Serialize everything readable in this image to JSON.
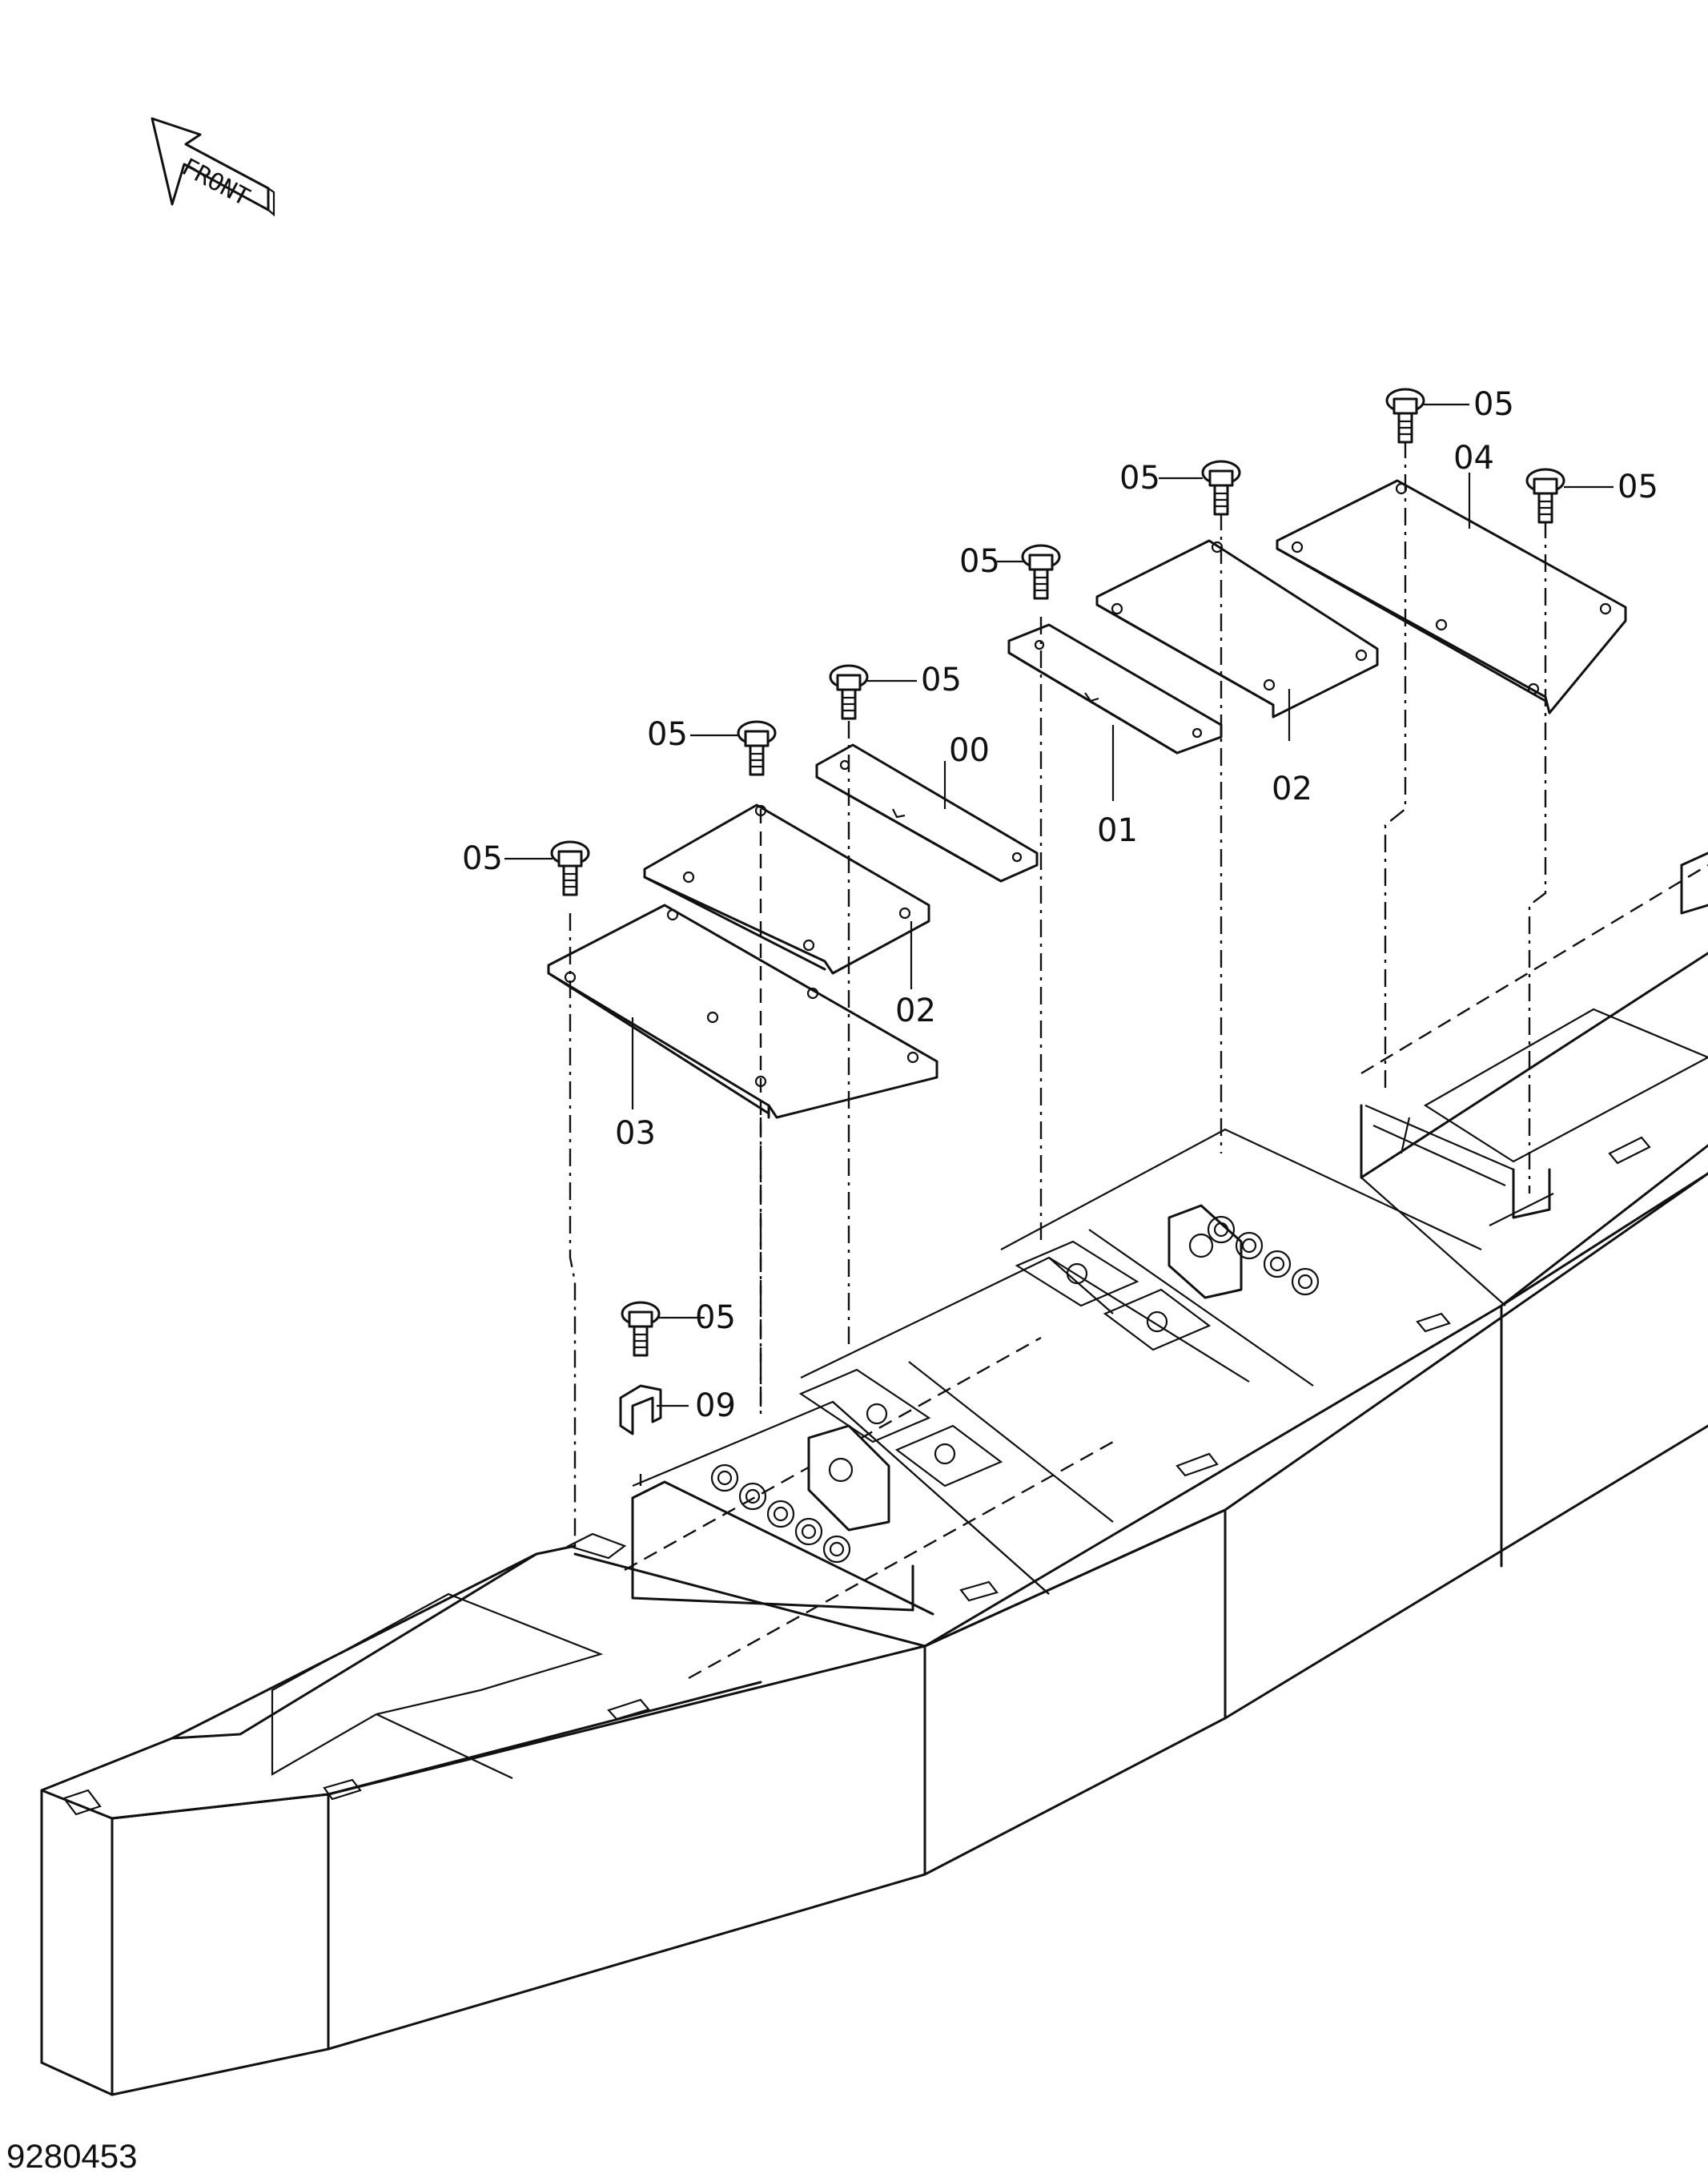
{
  "front_label": "FRONT",
  "drawing_number": "9280453",
  "callouts": {
    "c00": "00",
    "c01": "01",
    "c02a": "02",
    "c02b": "02",
    "c03": "03",
    "c04": "04",
    "c05": "05",
    "c09": "09"
  }
}
